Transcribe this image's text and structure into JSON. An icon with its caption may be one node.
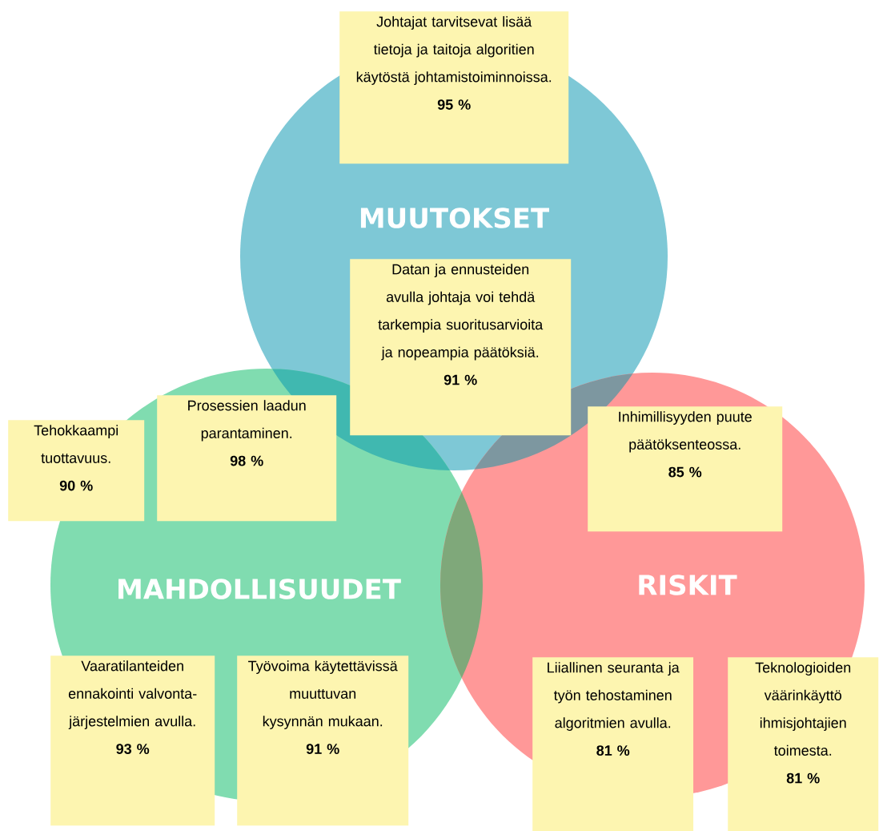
{
  "diagram": {
    "nodes": [
      {
        "text": [
          "MUUTOKSET"
        ]
      },
      {
        "text": [
          "MAHDOLLISUUDET"
        ]
      },
      {
        "text": [
          "RISKIT"
        ]
      },
      {
        "text": [
          "Johtajat tarvitsevat lisää tietoja ja taitoja algoritien käytöstä johtamistoiminnoissa.",
          "95 %"
        ]
      },
      {
        "text": [
          "Datan ja ennusteiden avulla johtaja voi tehdä tarkempia suoritusarvioita ja nopeampia päätöksiä.",
          "91 %"
        ]
      },
      {
        "text": [
          "Tehokkaampi tuottavuus.",
          "90 %"
        ]
      },
      {
        "text": [
          "Prosessien laadun parantaminen.",
          "98 %"
        ]
      },
      {
        "text": [
          "Inhimillisyyden puute päätöksenteossa.",
          "85 %"
        ]
      },
      {
        "text": [
          "Vaaratilanteiden ennakointi valvonta-järjestelmien avulla.",
          "93 %"
        ]
      },
      {
        "text": [
          "Työvoima käytettävissä muuttuvan kysynnän mukaan.",
          "91 %"
        ]
      },
      {
        "text": [
          "Liiallinen seuranta ja työn tehostaminen algoritmien avulla.",
          "81 %"
        ]
      },
      {
        "text": [
          "Teknologioiden väärinkäyttö ihmisjohtajien toimesta.",
          "81 %"
        ]
      }
    ]
  }
}
